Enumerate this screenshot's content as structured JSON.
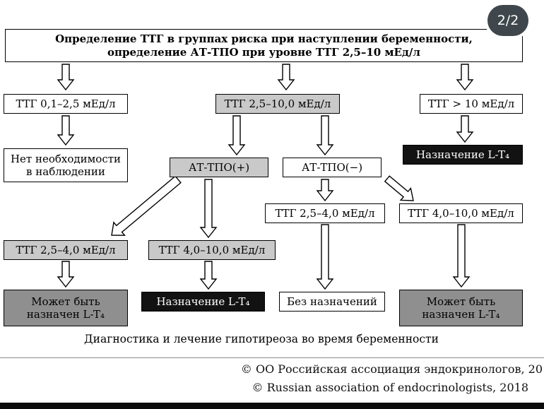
{
  "badge": {
    "label": "2/2"
  },
  "flowchart": {
    "nodes": {
      "root_line1": "Определение ТТГ в группах риска при наступлении беременности,",
      "root_line2": "определение АТ-ТПО при уровне ТТГ 2,5–10 мЕд/л",
      "tsh_low": "ТТГ 0,1–2,5 мЕд/л",
      "tsh_mid": "ТТГ 2,5–10,0 мЕд/л",
      "tsh_high": "ТТГ > 10 мЕд/л",
      "no_observation_line1": "Нет необходимости",
      "no_observation_line2": "в наблюдении",
      "tpo_positive": "АТ-ТПО(+)",
      "tpo_negative": "АТ-ТПО(−)",
      "prescribe_lt4": "Назначение L-T₄",
      "tsh_25_40": "ТТГ 2,5–4,0 мЕд/л",
      "tsh_40_100": "ТТГ 4,0–10,0 мЕд/л",
      "maybe_lt4_line1": "Может быть",
      "maybe_lt4_line2": "назначен L-T₄",
      "no_prescription": "Без назначений"
    },
    "caption": "Диагностика и лечение гипотиреоза во время беременности"
  },
  "footer": {
    "copyright_ru": "© ОО Российская ассоциация эндокринологов, 20",
    "copyright_en": "© Russian association of endocrinologists, 2018"
  },
  "colors": {
    "light_gray_box": "#c9c9c9",
    "dark_gray_box": "#8f8f8f",
    "black_box": "#121212",
    "badge_bg": "#3f474c"
  }
}
